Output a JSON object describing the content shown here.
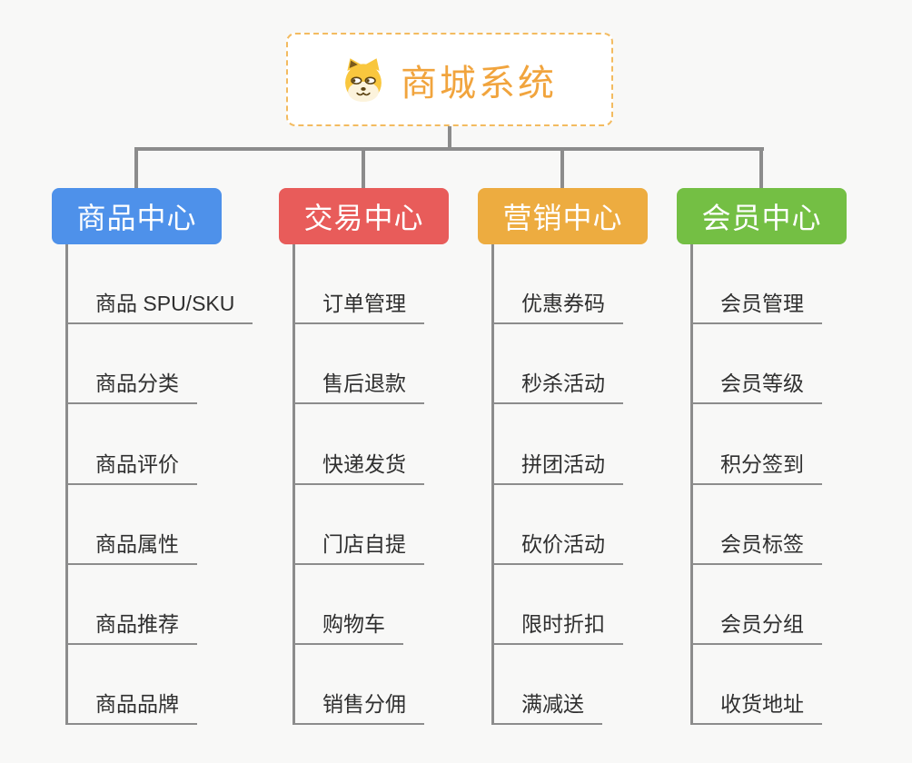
{
  "canvas": {
    "background": "#f8f8f7",
    "connector_color": "#8c8c8c"
  },
  "root": {
    "label": "商城系统",
    "icon": "shiba-dog-icon",
    "text_color": "#f1a43d",
    "border_color": "#f3bb60"
  },
  "branches": [
    {
      "label": "商品中心",
      "color": "#4e91ea",
      "children": [
        "商品 SPU/SKU",
        "商品分类",
        "商品评价",
        "商品属性",
        "商品推荐",
        "商品品牌"
      ]
    },
    {
      "label": "交易中心",
      "color": "#e85c5a",
      "children": [
        "订单管理",
        "售后退款",
        "快递发货",
        "门店自提",
        "购物车",
        "销售分佣"
      ]
    },
    {
      "label": "营销中心",
      "color": "#edac40",
      "children": [
        "优惠券码",
        "秒杀活动",
        "拼团活动",
        "砍价活动",
        "限时折扣",
        "满减送"
      ]
    },
    {
      "label": "会员中心",
      "color": "#74bf44",
      "children": [
        "会员管理",
        "会员等级",
        "积分签到",
        "会员标签",
        "会员分组",
        "收货地址"
      ]
    }
  ]
}
